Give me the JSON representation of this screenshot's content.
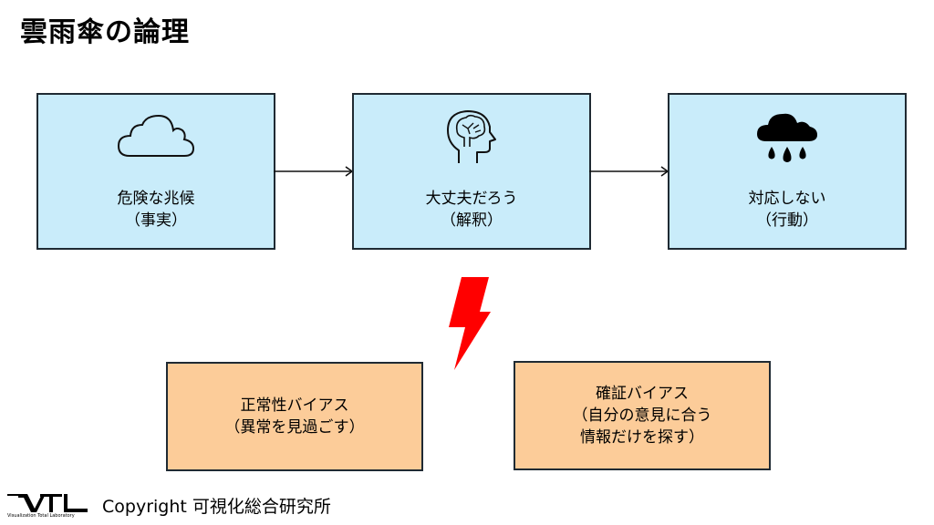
{
  "title": "雲雨傘の論理",
  "flow": [
    {
      "icon": "cloud-icon",
      "line1": "危険な兆候",
      "line2": "（事実）"
    },
    {
      "icon": "brain-head-icon",
      "line1": "大丈夫だろう",
      "line2": "（解釈）"
    },
    {
      "icon": "rain-cloud-icon",
      "line1": "対応しない",
      "line2": "（行動）"
    }
  ],
  "biases": [
    {
      "line1": "正常性バイアス",
      "line2": "（異常を見過ごす）"
    },
    {
      "line1": "確証バイアス",
      "line2": "（自分の意見に合う",
      "line3": "情報だけを探す）"
    }
  ],
  "colors": {
    "flow_fill": "#c9ecfa",
    "bias_fill": "#fccc99",
    "bolt": "#ff0000",
    "border": "#1f2a33"
  },
  "footer": {
    "logo_text": "VTL",
    "logo_subtitle": "Visualization Total Laboratory",
    "copyright": "Copyright 可視化総合研究所"
  }
}
